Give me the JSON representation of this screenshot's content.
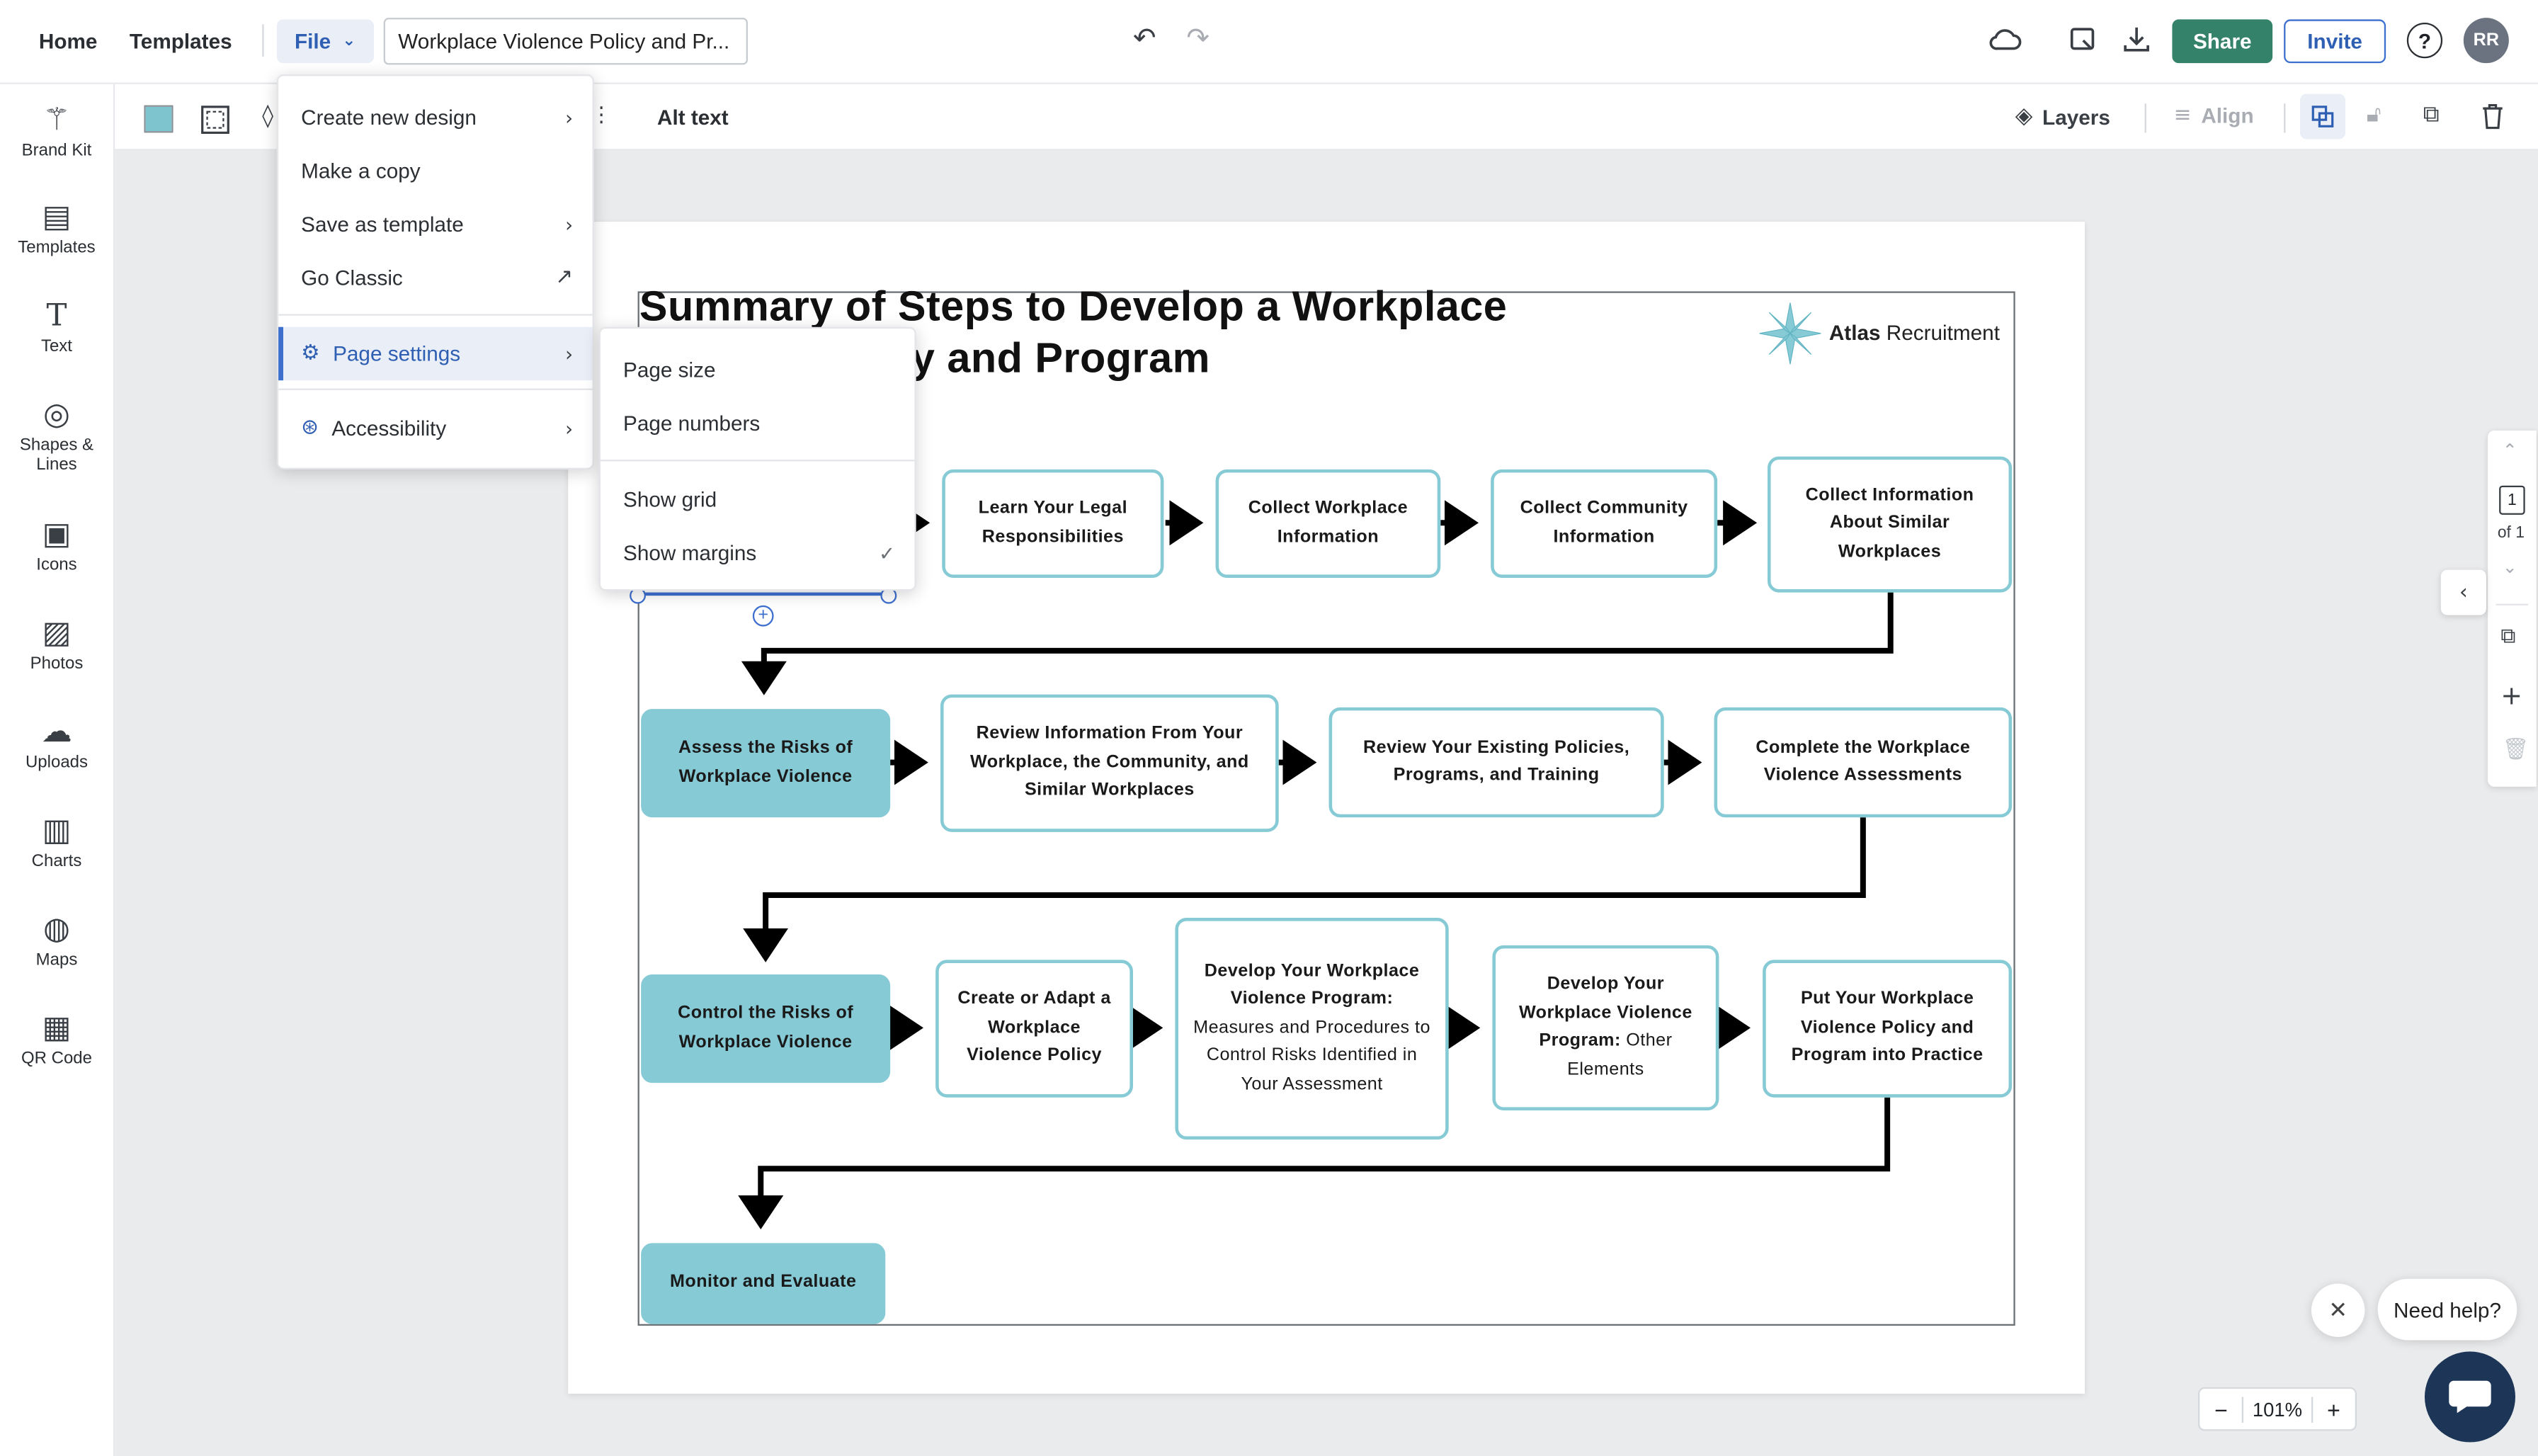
{
  "topbar": {
    "home": "Home",
    "templates": "Templates",
    "file": "File",
    "document_title": "Workplace Violence Policy and Pr...",
    "share": "Share",
    "invite": "Invite",
    "help": "?",
    "avatar": "RR"
  },
  "sidebar": {
    "items": [
      {
        "label": "Brand Kit",
        "icon": "magic-wand-icon"
      },
      {
        "label": "Templates",
        "icon": "templates-icon"
      },
      {
        "label": "Text",
        "icon": "text-icon"
      },
      {
        "label": "Shapes & Lines",
        "icon": "shapes-icon"
      },
      {
        "label": "Icons",
        "icon": "briefcase-icon"
      },
      {
        "label": "Photos",
        "icon": "photo-icon"
      },
      {
        "label": "Uploads",
        "icon": "cloud-upload-icon"
      },
      {
        "label": "Charts",
        "icon": "chart-icon"
      },
      {
        "label": "Maps",
        "icon": "globe-icon"
      },
      {
        "label": "QR Code",
        "icon": "qr-code-icon"
      }
    ]
  },
  "toolbar": {
    "alt_text": "Alt text",
    "layers": "Layers",
    "align": "Align",
    "fill_color": "#7ec4cf"
  },
  "file_menu": {
    "items": [
      "Create new design",
      "Make a copy",
      "Save as template",
      "Go Classic",
      "Page settings",
      "Accessibility"
    ]
  },
  "page_settings_menu": {
    "items": [
      "Page size",
      "Page numbers",
      "Show grid",
      "Show margins"
    ],
    "checked": "Show margins"
  },
  "document": {
    "title_line1": "Summary of Steps to Develop a Workplace",
    "title_line2": "y and Program",
    "brand_bold": "Atlas",
    "brand_rest": " Recruitment",
    "steps": {
      "s2": "Learn Your Legal Responsibilities",
      "s3": "Collect Workplace Information",
      "s4": "Collect Community Information",
      "s5": "Collect Information About Similar Workplaces",
      "s6": "Assess the Risks of Workplace Violence",
      "s7": "Review Information From Your Workplace, the Community, and Similar Workplaces",
      "s8": "Review Your Existing Policies, Programs, and Training",
      "s9": "Complete the Workplace Violence Assessments",
      "s10": "Control the Risks of Workplace Violence",
      "s11": "Create or Adapt a Workplace Violence Policy",
      "s12_bold": "Develop Your Workplace Violence Program:",
      "s12_rest": " Measures and Procedures to Control Risks Identified in Your Assessment",
      "s13_bold": "Develop Your Workplace Violence Program:",
      "s13_rest": " Other Elements",
      "s14": "Put Your Workplace Violence Policy and Program into Practice",
      "s15": "Monitor and Evaluate"
    },
    "accent_color": "#86cad6"
  },
  "rail": {
    "page_number": "1",
    "page_total": "of 1"
  },
  "zoom": {
    "minus": "−",
    "value": "101%",
    "plus": "+"
  },
  "help": {
    "need_help": "Need help?",
    "close": "✕"
  }
}
